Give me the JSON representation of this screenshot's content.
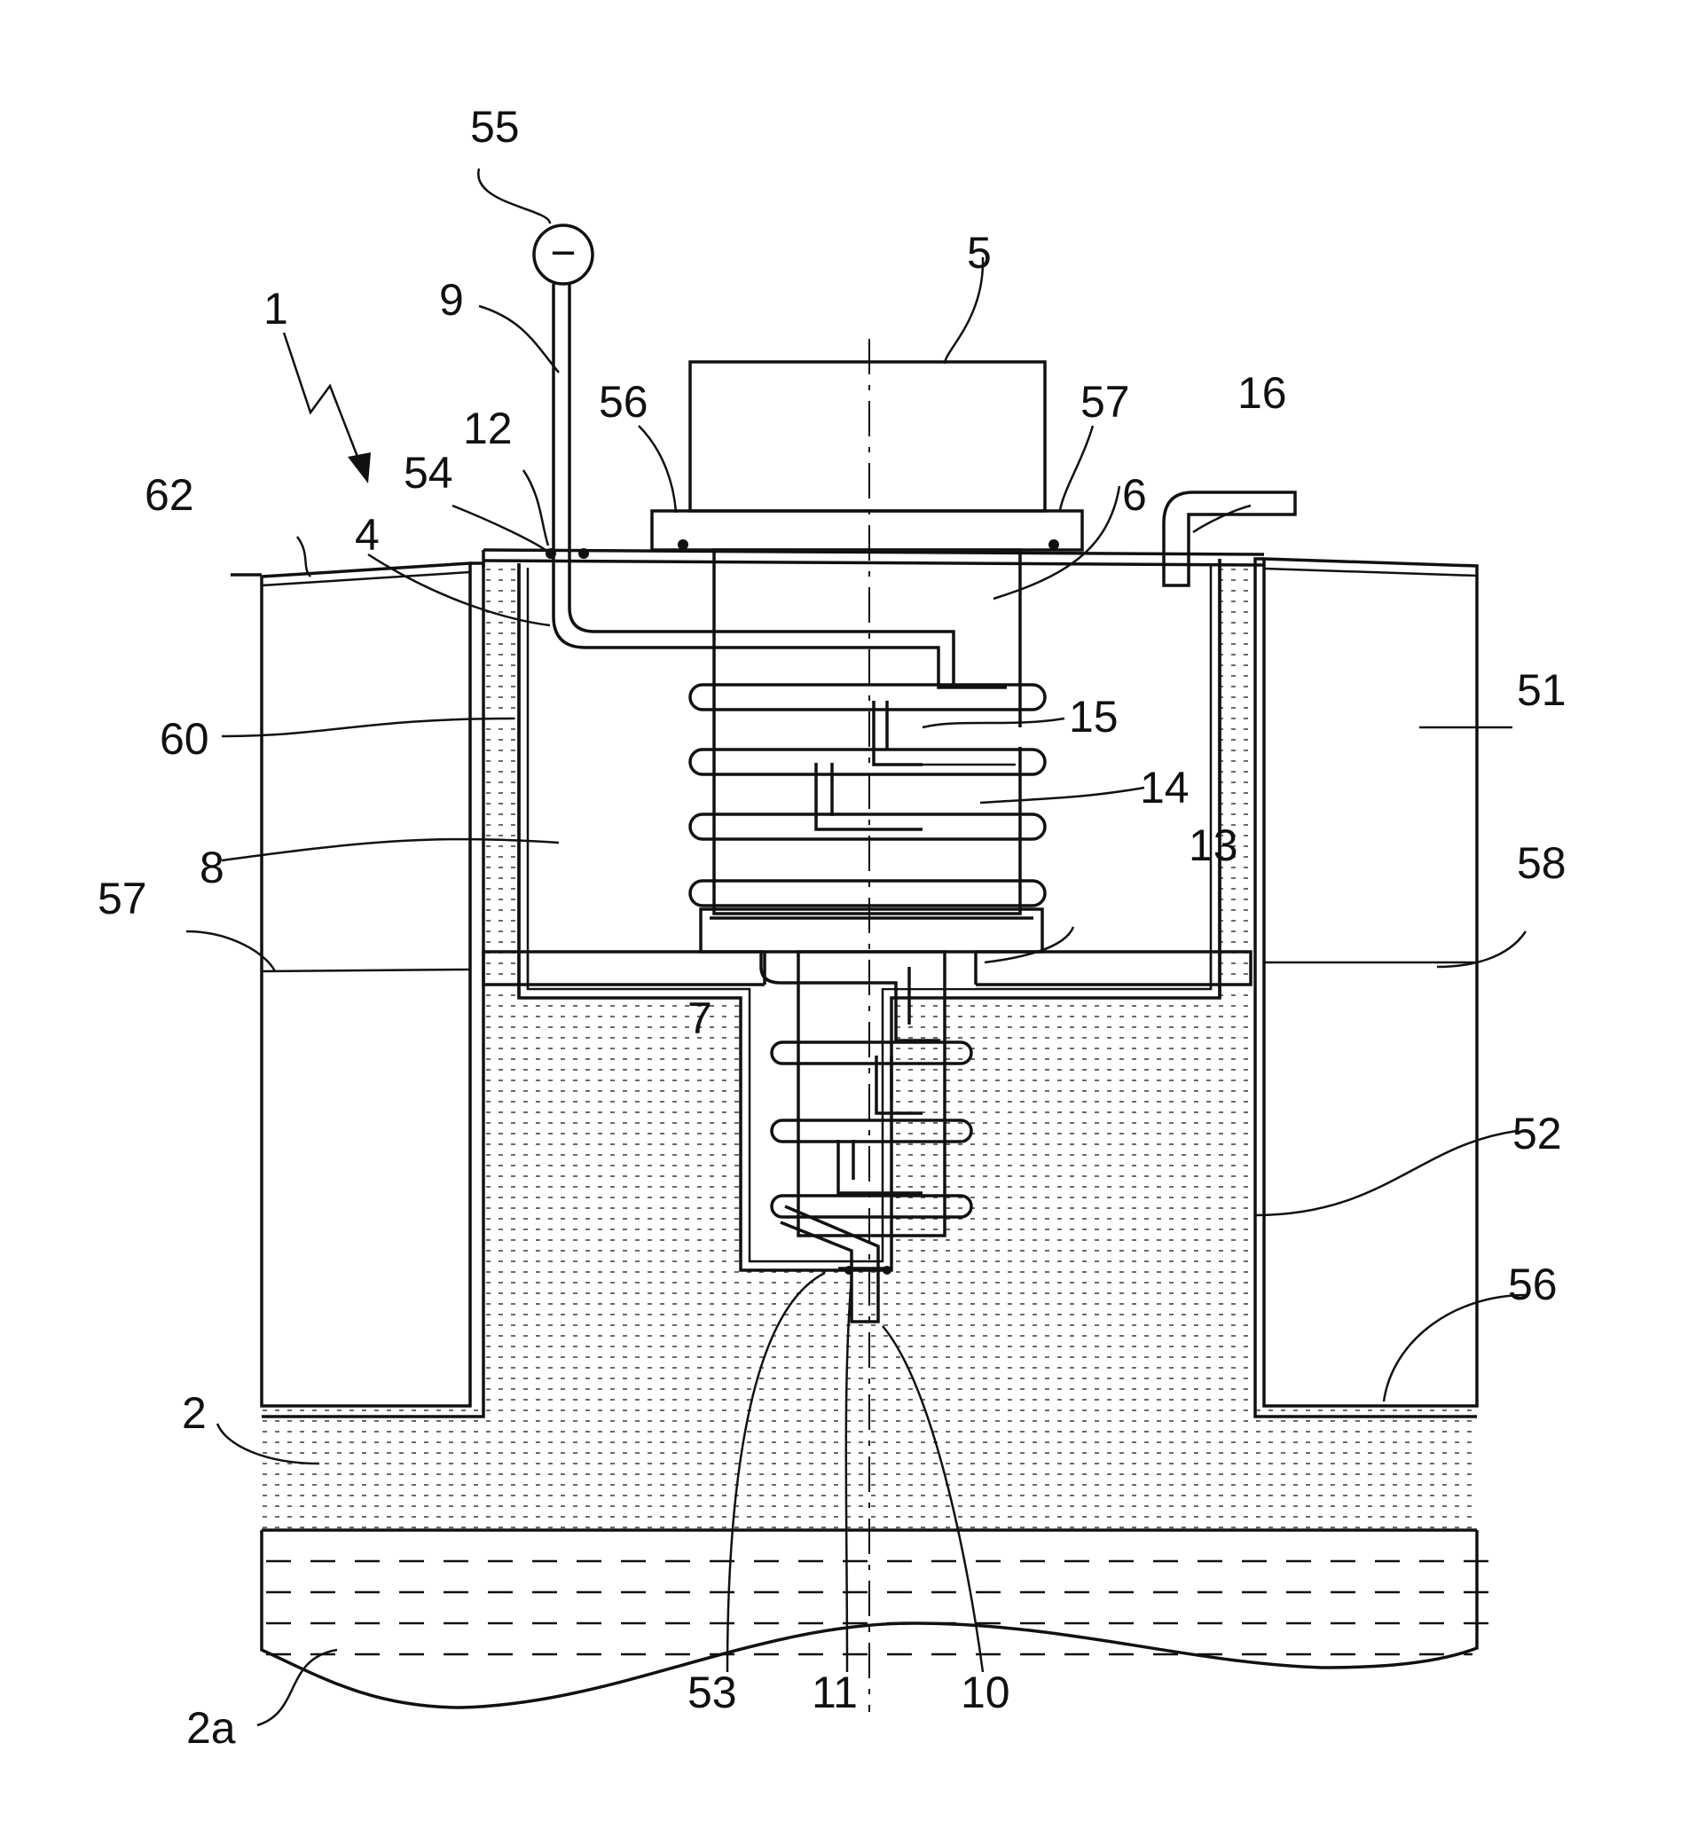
{
  "figure": {
    "labels": [
      {
        "id": "1",
        "text": "1"
      },
      {
        "id": "2",
        "text": "2"
      },
      {
        "id": "2a",
        "text": "2a"
      },
      {
        "id": "4",
        "text": "4"
      },
      {
        "id": "5",
        "text": "5"
      },
      {
        "id": "6",
        "text": "6"
      },
      {
        "id": "7",
        "text": "7"
      },
      {
        "id": "8",
        "text": "8"
      },
      {
        "id": "9",
        "text": "9"
      },
      {
        "id": "10",
        "text": "10"
      },
      {
        "id": "11",
        "text": "11"
      },
      {
        "id": "12",
        "text": "12"
      },
      {
        "id": "13",
        "text": "13"
      },
      {
        "id": "14",
        "text": "14"
      },
      {
        "id": "15",
        "text": "15"
      },
      {
        "id": "16",
        "text": "16"
      },
      {
        "id": "51",
        "text": "51"
      },
      {
        "id": "52",
        "text": "52"
      },
      {
        "id": "53",
        "text": "53"
      },
      {
        "id": "54",
        "text": "54"
      },
      {
        "id": "55",
        "text": "55"
      },
      {
        "id": "56a",
        "text": "56"
      },
      {
        "id": "56b",
        "text": "56"
      },
      {
        "id": "57a",
        "text": "57"
      },
      {
        "id": "57b",
        "text": "57"
      },
      {
        "id": "58",
        "text": "58"
      },
      {
        "id": "60",
        "text": "60"
      },
      {
        "id": "62",
        "text": "62"
      }
    ],
    "meter_symbol": "−"
  }
}
